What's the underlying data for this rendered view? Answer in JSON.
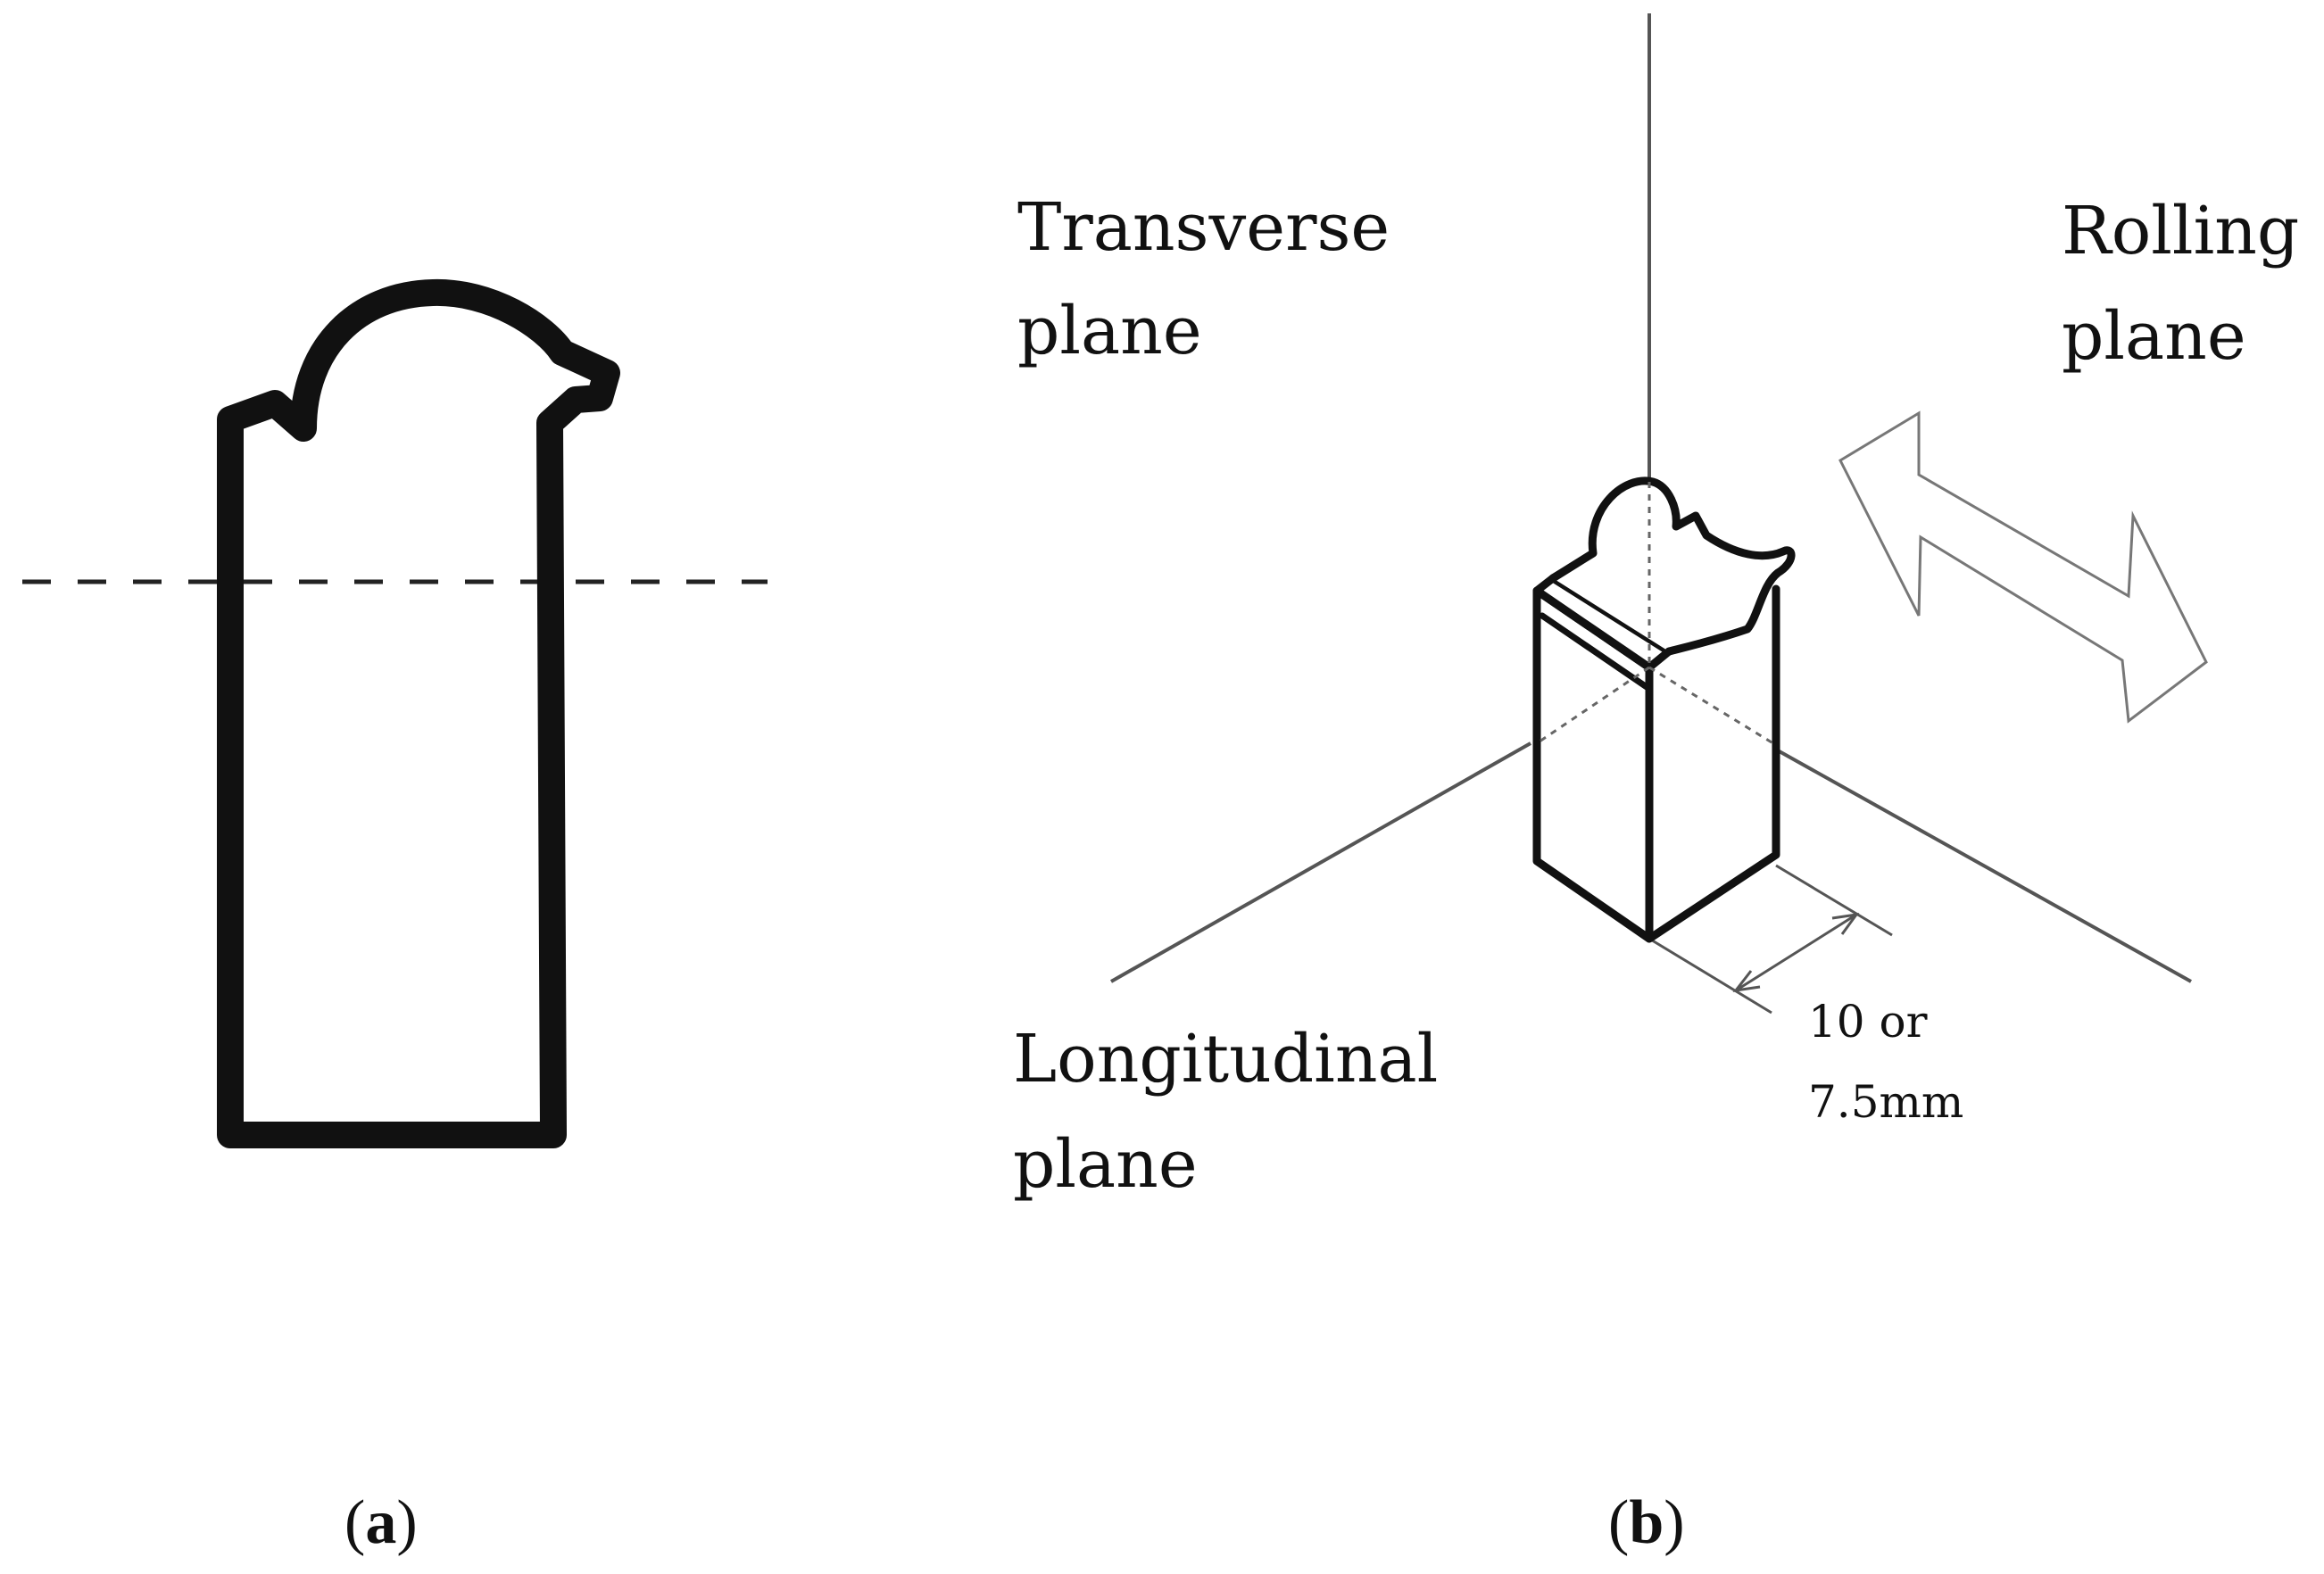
{
  "panel_a": {
    "caption_open": "(",
    "caption_letter": "a",
    "caption_close": ")"
  },
  "panel_b": {
    "caption_open": "(",
    "caption_letter": "b",
    "caption_close": ")",
    "labels": {
      "transverse_line1": "Transverse",
      "transverse_line2": "plane",
      "rolling_line1": "Rolling",
      "rolling_line2": "plane",
      "longitudinal_line1": "Longitudinal",
      "longitudinal_line2": "plane",
      "dimension_line1": "10 or",
      "dimension_line2": "7.5mm"
    }
  },
  "colors": {
    "ink": "#111111",
    "axis": "#555555",
    "background": "#ffffff"
  }
}
